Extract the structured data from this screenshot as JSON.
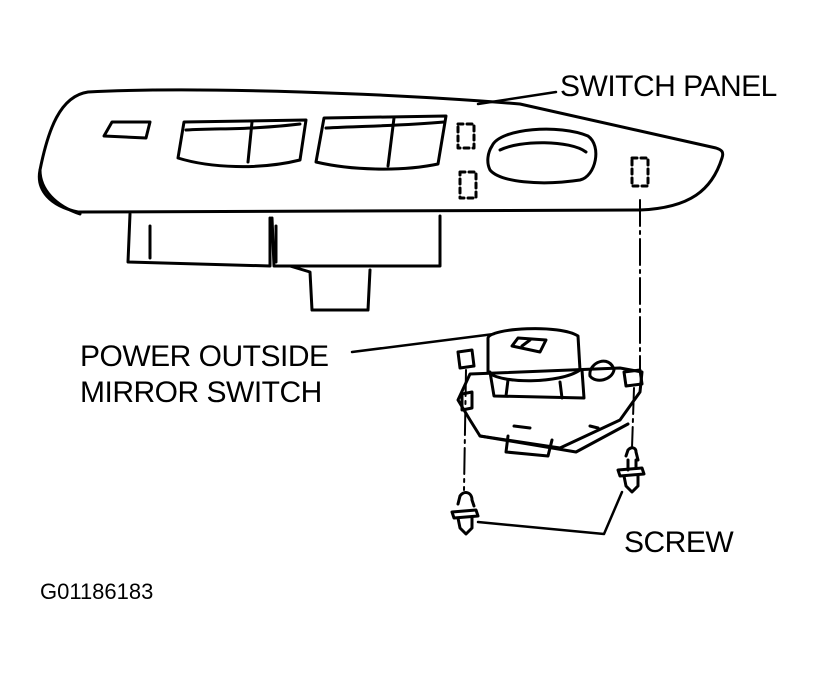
{
  "labels": {
    "switch_panel": "SWITCH PANEL",
    "mirror_switch_line1": "POWER OUTSIDE",
    "mirror_switch_line2": "MIRROR SWITCH",
    "screw": "SCREW",
    "figure_id": "G01186183"
  },
  "colors": {
    "ink": "#000000",
    "background": "#ffffff"
  }
}
